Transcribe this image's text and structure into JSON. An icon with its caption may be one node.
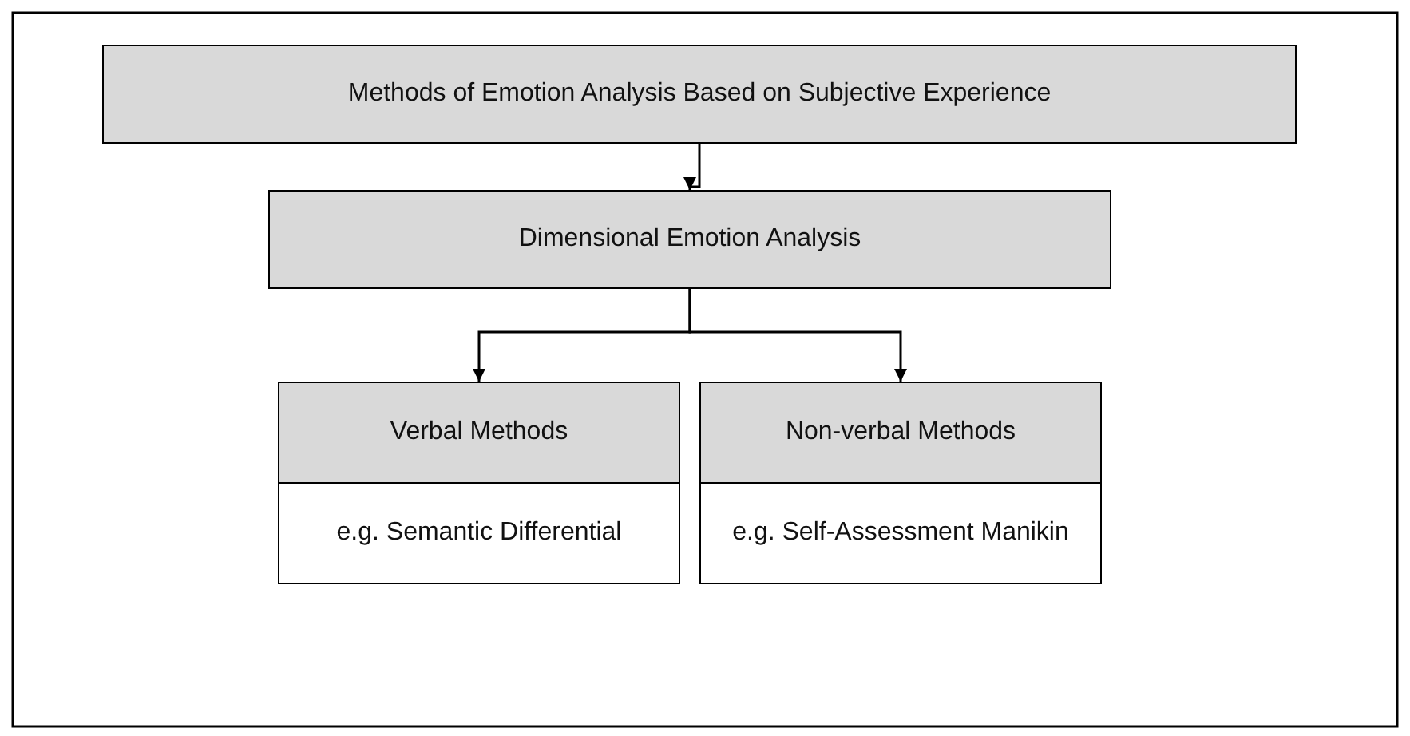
{
  "diagram": {
    "nodes": [
      {
        "text": [
          "Methods of Emotion Analysis Based on Subjective Experience"
        ]
      },
      {
        "text": [
          "Dimensional Emotion Analysis"
        ]
      },
      {
        "text": [
          "Verbal Methods",
          "e.g. Semantic Differential"
        ]
      },
      {
        "text": [
          "Non-verbal Methods",
          "e.g. Self-Assessment Manikin"
        ]
      }
    ],
    "edges": [
      {
        "from": 0,
        "to": 1,
        "arrow": "to"
      },
      {
        "from": 1,
        "to": 2,
        "arrow": "to"
      },
      {
        "from": 1,
        "to": 3,
        "arrow": "to"
      }
    ]
  }
}
